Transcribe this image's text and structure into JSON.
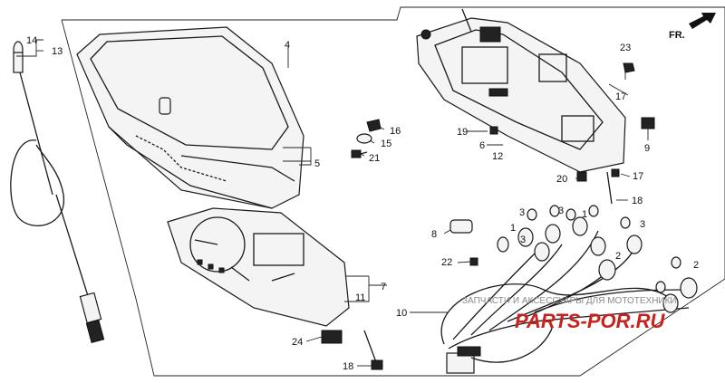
{
  "direction_label": "FR.",
  "watermark": {
    "text": "ЗАПЧАСТИ И АКСЕССУАРЫ ДЛЯ МОТОТЕХНИКИ",
    "logo": "PARTS-POR.RU"
  },
  "callouts": {
    "c1a": "1",
    "c1b": "1",
    "c2a": "2",
    "c2b": "2",
    "c3a": "3",
    "c3b": "3",
    "c3c": "3",
    "c3d": "3",
    "c4": "4",
    "c5": "5",
    "c6": "6",
    "c7": "7",
    "c8": "8",
    "c9": "9",
    "c10": "10",
    "c11": "11",
    "c12": "12",
    "c13": "13",
    "c14": "14",
    "c15": "15",
    "c16": "16",
    "c17a": "17",
    "c17b": "17",
    "c18a": "18",
    "c18b": "18",
    "c19": "19",
    "c20": "20",
    "c21": "21",
    "c22": "22",
    "c23": "23",
    "c24": "24"
  }
}
